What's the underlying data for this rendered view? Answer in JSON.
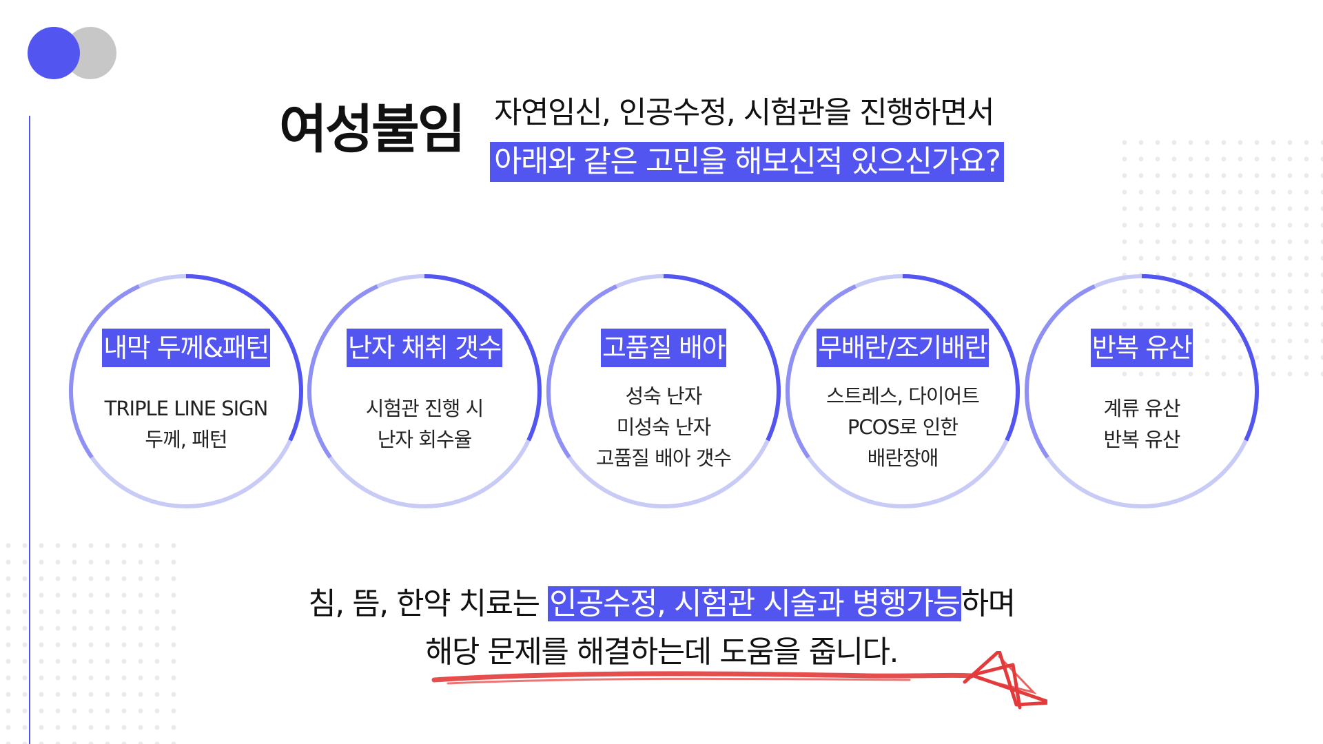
{
  "header": {
    "title": "여성불임",
    "subtitle_line1": "자연임신, 인공수정, 시험관을 진행하면서",
    "subtitle_line2": "아래와 같은 고민을 해보신적 있으신가요?"
  },
  "circles": [
    {
      "title": "내막 두께&패턴",
      "lines": [
        "TRIPLE LINE SIGN",
        "두께, 패턴"
      ]
    },
    {
      "title": "난자 채취 갯수",
      "lines": [
        "시험관 진행 시",
        "난자 회수율"
      ]
    },
    {
      "title": "고품질 배아",
      "lines": [
        "성숙 난자",
        "미성숙 난자",
        "고품질 배아 갯수"
      ]
    },
    {
      "title": "무배란/조기배란",
      "lines": [
        "스트레스, 다이어트",
        "PCOS로 인한",
        "배란장애"
      ]
    },
    {
      "title": "반복 유산",
      "lines": [
        "계류 유산",
        "반복 유산"
      ]
    }
  ],
  "footer": {
    "line1_prefix": "침, 뜸, 한약 치료는 ",
    "line1_highlight": "인공수정, 시험관 시술과 병행가능",
    "line1_suffix": "하며",
    "line2": "해당 문제를 해결하는데 도움을 줍니다."
  },
  "colors": {
    "accent": "#5355f0",
    "ring_light": "#c9cbf7",
    "ring_mid": "#8e90f3",
    "logo_gray": "#c7c7c7",
    "scribble_red": "#e33b3b"
  }
}
